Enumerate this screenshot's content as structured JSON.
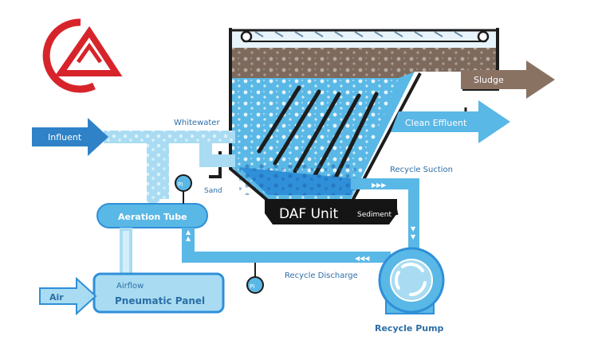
{
  "labels": {
    "influent": "Influent",
    "whitewater": "Whitewater",
    "sludge": "Sludge",
    "clean_effluent": "Clean Effluent",
    "recycle_suction": "Recycle Suction",
    "sand": "Sand",
    "daf_unit": "DAF Unit",
    "sediment": "Sediment",
    "aeration_tube": "Aeration Tube",
    "pi_gauge": "PI",
    "recycle_discharge": "Recycle Discharge",
    "airflow": "Airflow",
    "pneumatic_panel": "Pneumatic Panel",
    "air": "Air",
    "recycle_pump": "Recycle Pump"
  },
  "colors": {
    "logo_red": "#d6242a",
    "pipe_light": "#a9dcf2",
    "pipe_mid": "#5ab8e6",
    "water_blue": "#2f8fd8",
    "tank_dark": "#1d1d1d",
    "sludge_brown": "#8a7263",
    "label_blue": "#2c6ea6"
  },
  "logo": {
    "icon": "circle-triangle-logo-icon"
  }
}
